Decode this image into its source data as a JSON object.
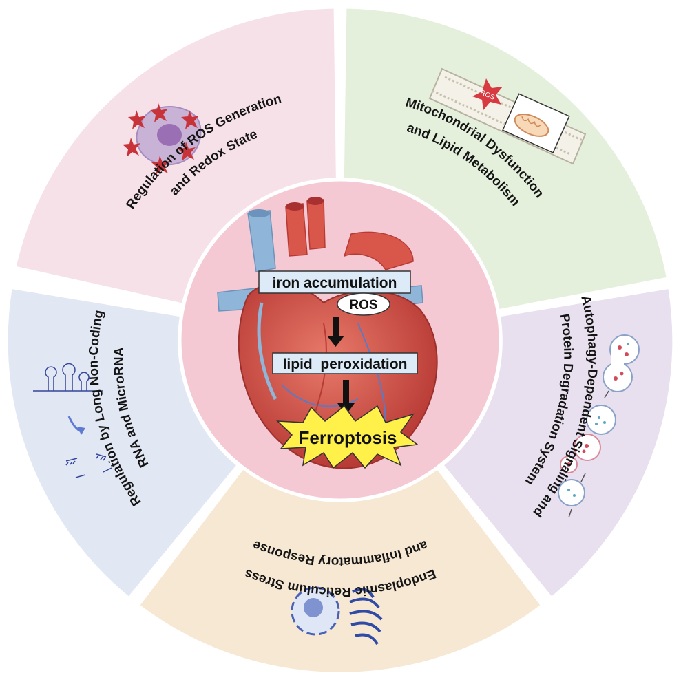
{
  "center": {
    "iron_label": "iron accumulation",
    "ros_label": "ROS",
    "lipid_label": "lipid  peroxidation",
    "ferroptosis_label": "Ferroptosis"
  },
  "segments": {
    "ros": {
      "line1": "Regulation of ROS Generation",
      "line2": "and Redox State",
      "color": "#f7e1e9"
    },
    "mito": {
      "line1": "Mitochondrial Dysfunction",
      "line2": "and Lipid Metabolism",
      "badge": "ROS",
      "color": "#e5f0dc"
    },
    "autophagy": {
      "line1": "Autophagy-Dependent Signaling and",
      "line2": "Protein Degradation System",
      "color": "#e8dfef"
    },
    "er": {
      "line1": "Endoplasmic Reticulum Stress",
      "line2": "and Inflammatory Response",
      "color": "#f7e8d4"
    },
    "rna": {
      "line1": "Regulation by Long Non-Coding",
      "line2": "RNA and MicroRNA",
      "color": "#e2e7f4"
    }
  },
  "colors": {
    "center_fill": "#f4c9d3",
    "ring_border": "#ffffff",
    "heart_red": "#d9564a",
    "vessel_blue": "#8fb5d9",
    "label_box": "#dcebf7",
    "burst": "#fff04a"
  }
}
